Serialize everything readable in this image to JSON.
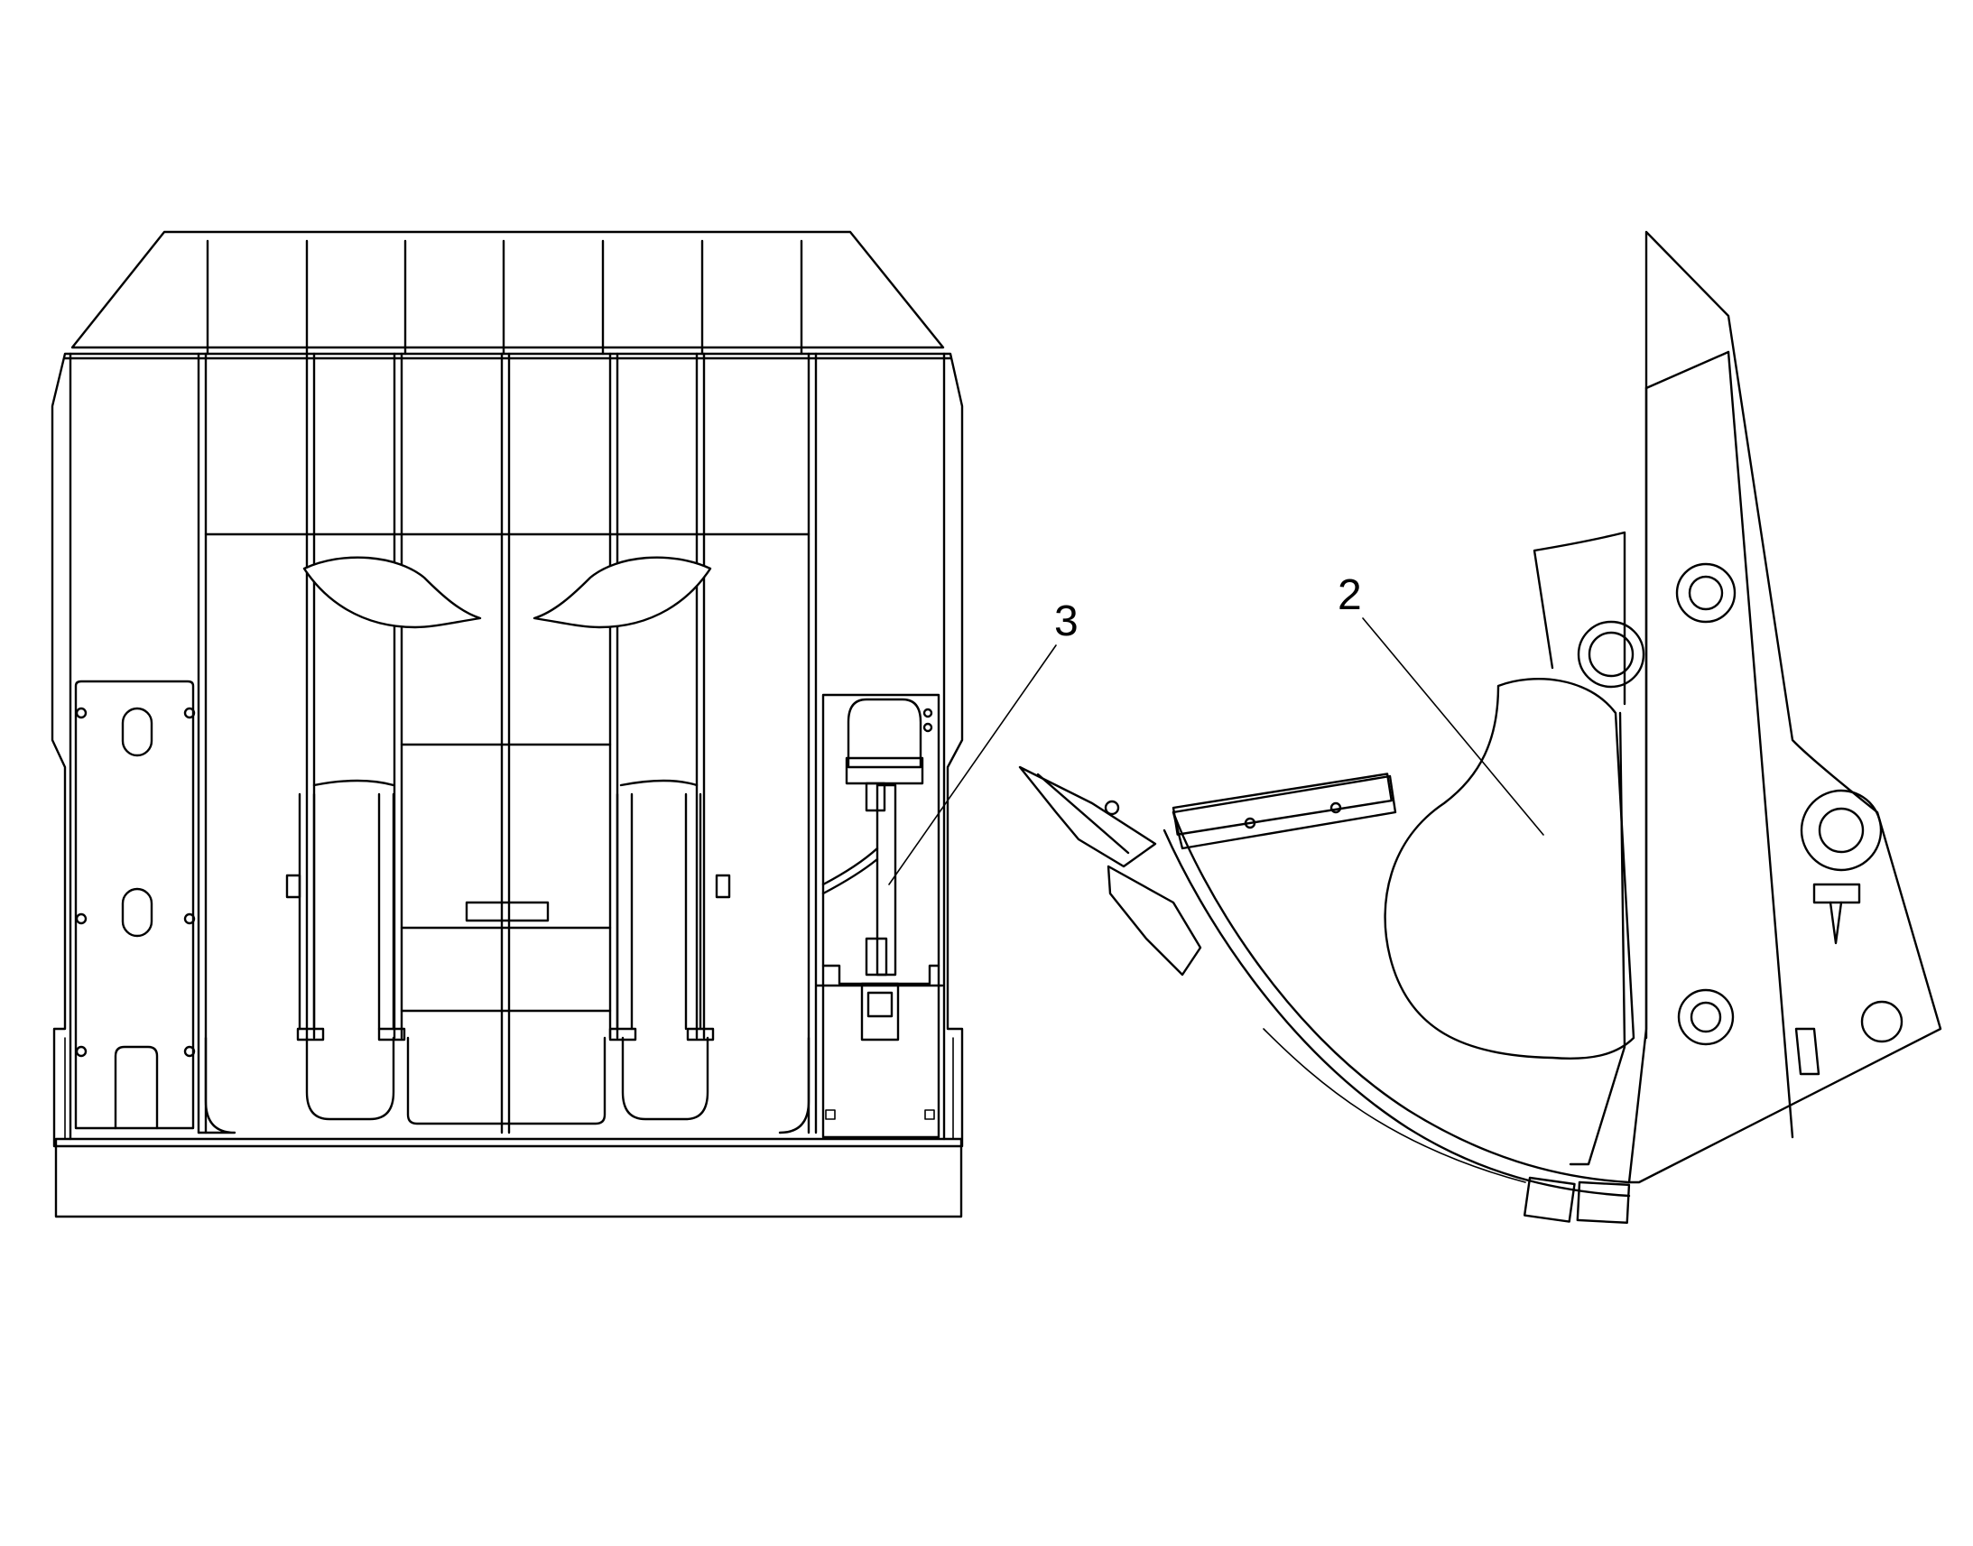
{
  "callouts": [
    {
      "id": "2",
      "label": "2"
    },
    {
      "id": "3",
      "label": "3"
    }
  ],
  "colors": {
    "line": "#000000",
    "background": "#ffffff"
  }
}
